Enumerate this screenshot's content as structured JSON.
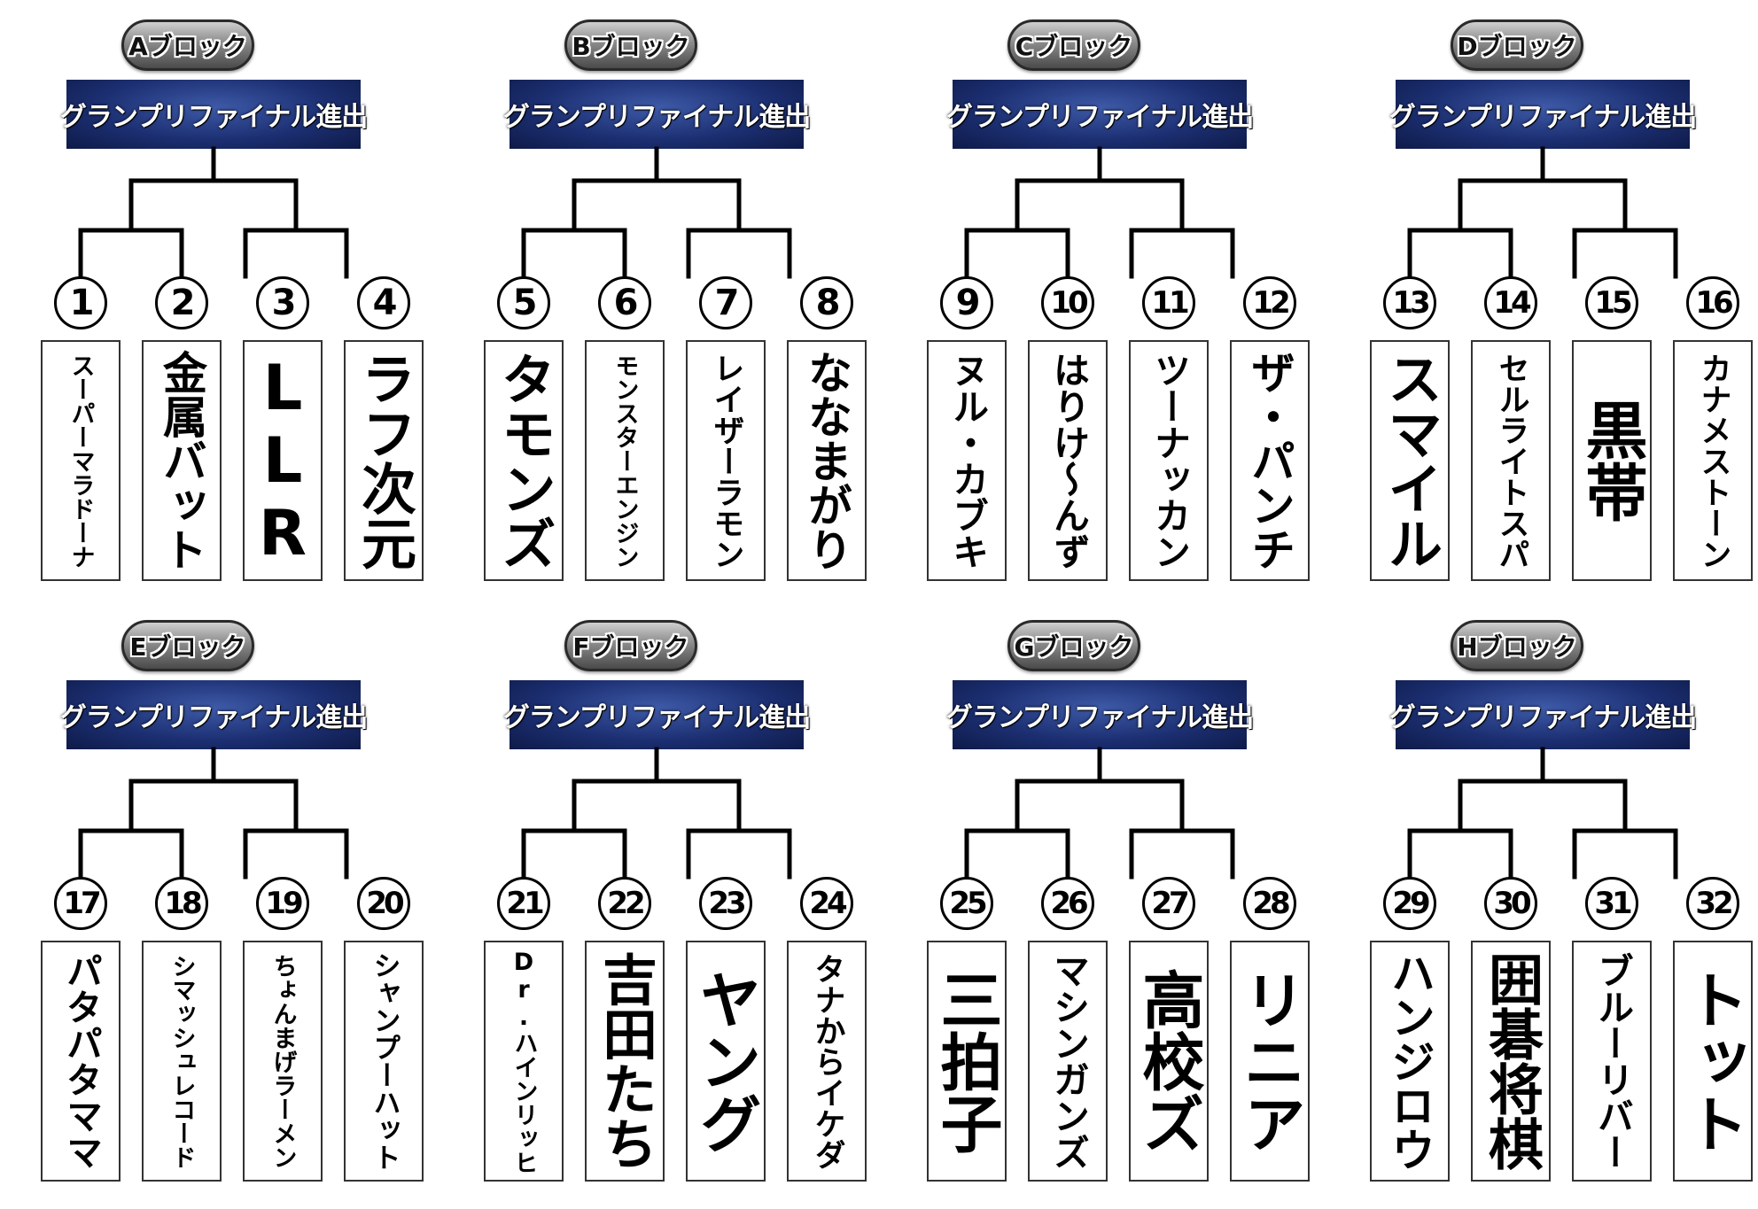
{
  "block_header": "グランプリファイナル進出",
  "blocks": [
    {
      "label": "Aブロック",
      "entries": [
        {
          "no": "1",
          "name": "スーパーマラドーナ"
        },
        {
          "no": "2",
          "name": "金属バット"
        },
        {
          "no": "3",
          "name": "LLR"
        },
        {
          "no": "4",
          "name": "ラフ次元"
        }
      ]
    },
    {
      "label": "Bブロック",
      "entries": [
        {
          "no": "5",
          "name": "タモンズ"
        },
        {
          "no": "6",
          "name": "モンスターエンジン"
        },
        {
          "no": "7",
          "name": "レイザーラモン"
        },
        {
          "no": "8",
          "name": "ななまがり"
        }
      ]
    },
    {
      "label": "Cブロック",
      "entries": [
        {
          "no": "9",
          "name": "ヌル・カブキ"
        },
        {
          "no": "10",
          "name": "はりけ〜んず"
        },
        {
          "no": "11",
          "name": "ツーナッカン"
        },
        {
          "no": "12",
          "name": "ザ・パンチ"
        }
      ]
    },
    {
      "label": "Dブロック",
      "entries": [
        {
          "no": "13",
          "name": "スマイル"
        },
        {
          "no": "14",
          "name": "セルライトスパ"
        },
        {
          "no": "15",
          "name": "黒帯"
        },
        {
          "no": "16",
          "name": "カナメストーン"
        }
      ]
    },
    {
      "label": "Eブロック",
      "entries": [
        {
          "no": "17",
          "name": "パタパタママ"
        },
        {
          "no": "18",
          "name": "シマッシュレコード"
        },
        {
          "no": "19",
          "name": "ちょんまげラーメン"
        },
        {
          "no": "20",
          "name": "シャンプーハット"
        }
      ]
    },
    {
      "label": "Fブロック",
      "entries": [
        {
          "no": "21",
          "name": "Dr.ハインリッヒ"
        },
        {
          "no": "22",
          "name": "吉田たち"
        },
        {
          "no": "23",
          "name": "ヤング"
        },
        {
          "no": "24",
          "name": "タナからイケダ"
        }
      ]
    },
    {
      "label": "Gブロック",
      "entries": [
        {
          "no": "25",
          "name": "三拍子"
        },
        {
          "no": "26",
          "name": "マシンガンズ"
        },
        {
          "no": "27",
          "name": "高校ズ"
        },
        {
          "no": "28",
          "name": "リニア"
        }
      ]
    },
    {
      "label": "Hブロック",
      "entries": [
        {
          "no": "29",
          "name": "ハンジロウ"
        },
        {
          "no": "30",
          "name": "囲碁将棋"
        },
        {
          "no": "31",
          "name": "ブルーリバー"
        },
        {
          "no": "32",
          "name": "トット"
        }
      ]
    }
  ]
}
